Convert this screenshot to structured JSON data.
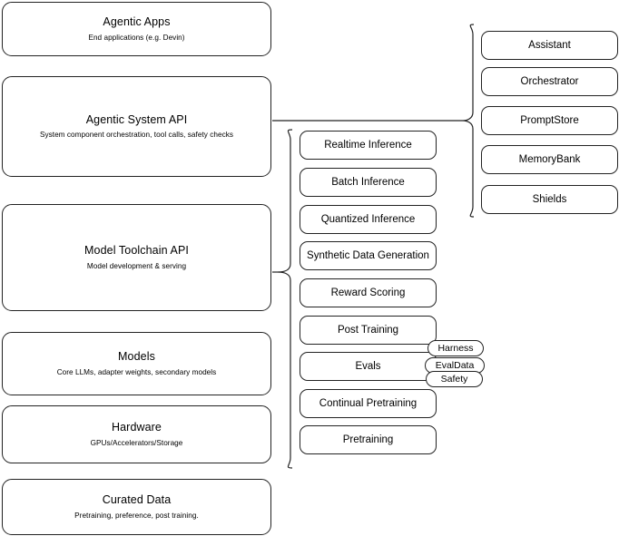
{
  "diagram": {
    "title": "Agentic AI stack layers and capabilities",
    "stroke_color": "#222222",
    "background_color": "#ffffff"
  },
  "layers": [
    {
      "id": "agentic-apps",
      "title": "Agentic Apps",
      "subtitle": "End applications (e.g. Devin)"
    },
    {
      "id": "agentic-system-api",
      "title": "Agentic System API",
      "subtitle": "System component orchestration, tool calls, safety checks"
    },
    {
      "id": "model-toolchain-api",
      "title": "Model Toolchain API",
      "subtitle": "Model development & serving"
    },
    {
      "id": "models",
      "title": "Models",
      "subtitle": "Core LLMs, adapter weights, secondary models"
    },
    {
      "id": "hardware",
      "title": "Hardware",
      "subtitle": "GPUs/Accelerators/Storage"
    },
    {
      "id": "curated-data",
      "title": "Curated Data",
      "subtitle": "Pretraining, preference, post training."
    }
  ],
  "toolchain_capabilities": [
    {
      "id": "realtime-inference",
      "label": "Realtime Inference"
    },
    {
      "id": "batch-inference",
      "label": "Batch Inference"
    },
    {
      "id": "quantized-inference",
      "label": "Quantized Inference"
    },
    {
      "id": "synthetic-data-generation",
      "label": "Synthetic Data Generation"
    },
    {
      "id": "reward-scoring",
      "label": "Reward Scoring"
    },
    {
      "id": "post-training",
      "label": "Post Training"
    },
    {
      "id": "evals",
      "label": "Evals"
    },
    {
      "id": "continual-pretraining",
      "label": "Continual Pretraining"
    },
    {
      "id": "pretraining",
      "label": "Pretraining"
    }
  ],
  "system_components": [
    {
      "id": "assistant",
      "label": "Assistant"
    },
    {
      "id": "orchestrator",
      "label": "Orchestrator"
    },
    {
      "id": "promptstore",
      "label": "PromptStore"
    },
    {
      "id": "memorybank",
      "label": "MemoryBank"
    },
    {
      "id": "shields",
      "label": "Shields"
    }
  ],
  "eval_badges": [
    {
      "id": "harness",
      "label": "Harness"
    },
    {
      "id": "evaldata",
      "label": "EvalData"
    },
    {
      "id": "safety",
      "label": "Safety"
    }
  ]
}
